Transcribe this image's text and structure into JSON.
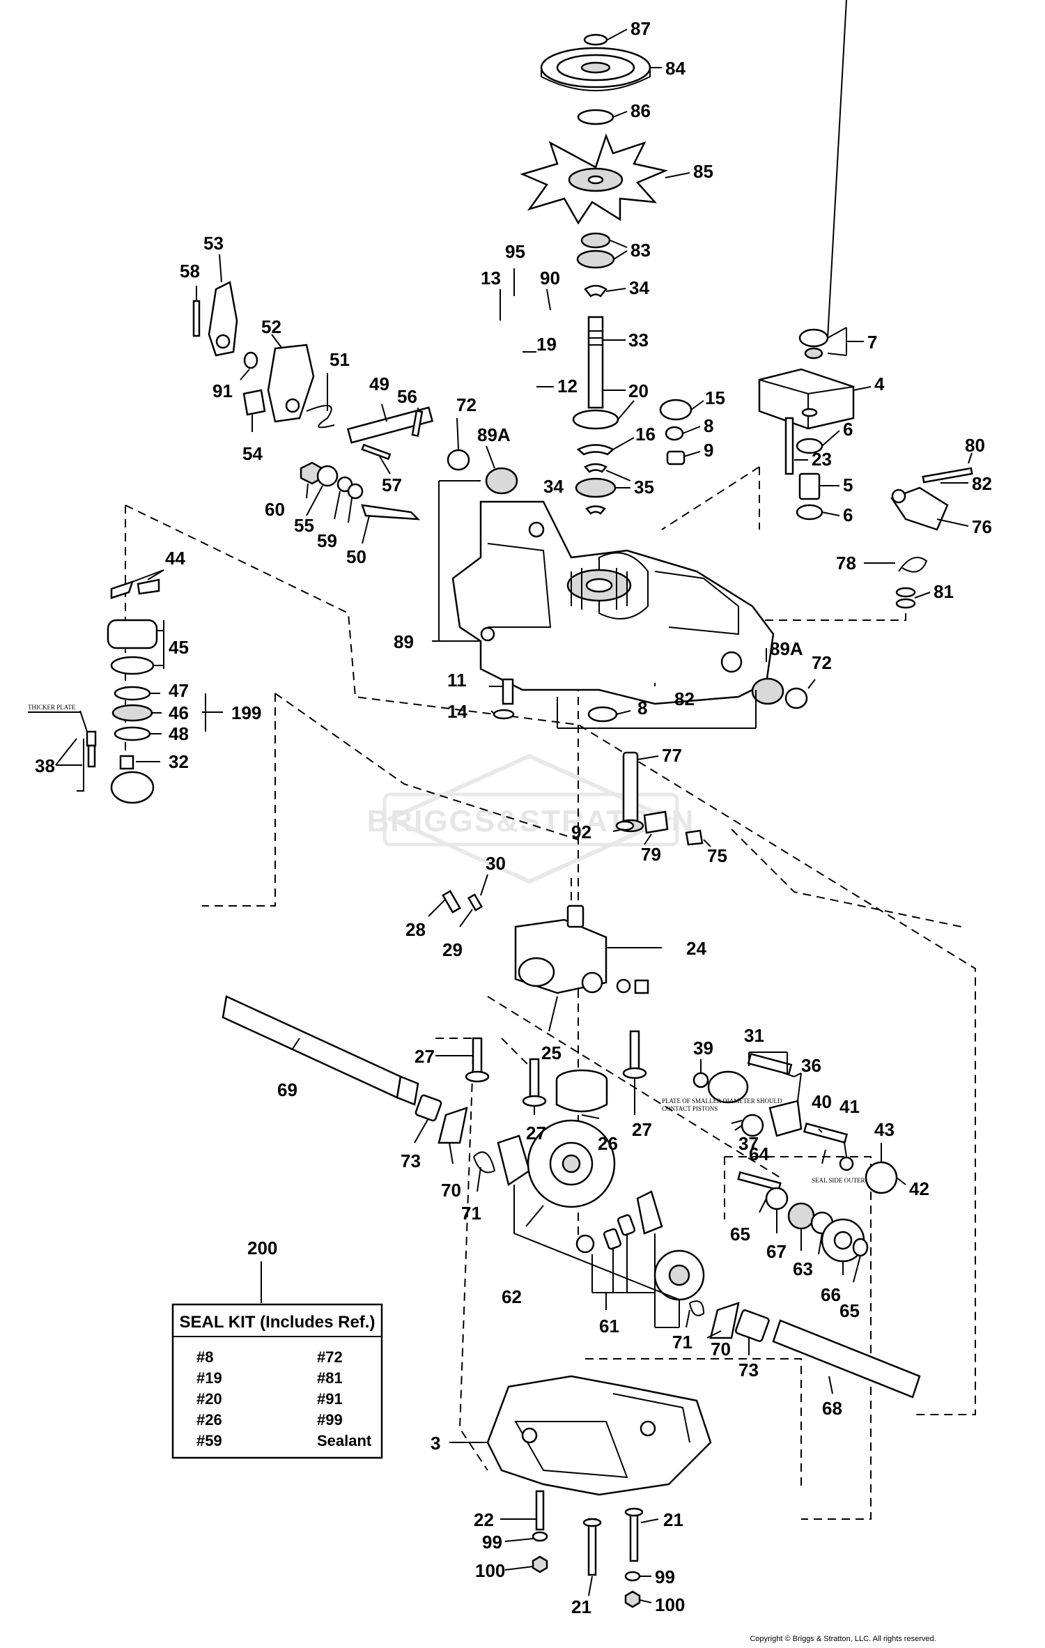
{
  "callouts": {
    "c87": "87",
    "c84": "84",
    "c86": "86",
    "c85": "85",
    "c83": "83",
    "c95": "95",
    "c13": "13",
    "c90": "90",
    "c34a": "34",
    "c19": "19",
    "c33": "33",
    "c12": "12",
    "c20": "20",
    "c16": "16",
    "c34b": "34",
    "c35": "35",
    "c15": "15",
    "c8a": "8",
    "c9": "9",
    "c7": "7",
    "c4": "4",
    "c6a": "6",
    "c23": "23",
    "c5": "5",
    "c6b": "6",
    "c80": "80",
    "c82a": "82",
    "c76": "76",
    "c78": "78",
    "c81": "81",
    "c53": "53",
    "c58": "58",
    "c52": "52",
    "c91": "91",
    "c51": "51",
    "c49": "49",
    "c56": "56",
    "c54": "54",
    "c57": "57",
    "c72a": "72",
    "c89a1": "89A",
    "c60": "60",
    "c55": "55",
    "c59": "59",
    "c50": "50",
    "c44": "44",
    "c45": "45",
    "c47": "47",
    "c46": "46",
    "c199": "199",
    "c48": "48",
    "c38": "38",
    "c32": "32",
    "c89": "89",
    "c11": "11",
    "c14": "14",
    "c8b": "8",
    "c82b": "82",
    "c89a2": "89A",
    "c72b": "72",
    "c77": "77",
    "c92": "92",
    "c79": "79",
    "c75": "75",
    "c30": "30",
    "c28": "28",
    "c29": "29",
    "c24": "24",
    "c27a": "27",
    "c25": "25",
    "c39": "39",
    "c31": "31",
    "c36": "36",
    "c69": "69",
    "c27b": "27",
    "c26": "26",
    "c27c": "27",
    "c37": "37",
    "c40": "40",
    "c41": "41",
    "c43": "43",
    "c73a": "73",
    "c70a": "70",
    "c71a": "71",
    "c64": "64",
    "c42": "42",
    "c65a": "65",
    "c67": "67",
    "c63": "63",
    "c66": "66",
    "c65b": "65",
    "c62": "62",
    "c61": "61",
    "c71b": "71",
    "c70b": "70",
    "c73b": "73",
    "c68": "68",
    "c3": "3",
    "c22": "22",
    "c21a": "21",
    "c99a": "99",
    "c100a": "100",
    "c21b": "21",
    "c99b": "99",
    "c100b": "100",
    "c200": "200"
  },
  "notes": {
    "thicker_plate": "THICKER PLATE",
    "plate_smaller_1": "PLATE OF SMALLER DIAMETER SHOULD",
    "plate_smaller_2": "CONTACT PISTONS",
    "seal_side": "SEAL SIDE OUTER"
  },
  "seal_kit": {
    "title": "SEAL KIT (Includes Ref.)",
    "left": [
      "#8",
      "#19",
      "#20",
      "#26",
      "#59"
    ],
    "right": [
      "#72",
      "#81",
      "#91",
      "#99",
      "Sealant"
    ]
  },
  "watermark": "BRIGGS&STRATTON",
  "copyright": "Copyright © Briggs & Stratton, LLC. All rights reserved."
}
